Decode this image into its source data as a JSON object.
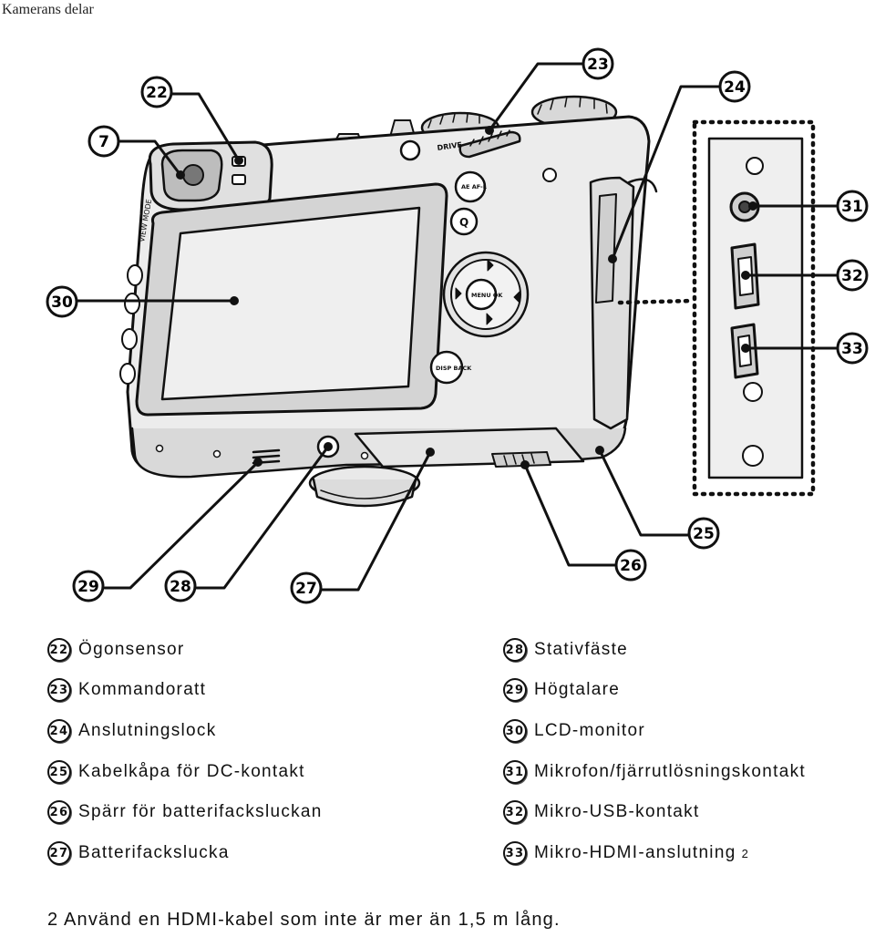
{
  "page": {
    "title": "Kamerans delar",
    "footnote": "2 Använd en HDMI-kabel som inte är mer än 1,5 m lång."
  },
  "callouts": [
    {
      "num": "7"
    },
    {
      "num": "22"
    },
    {
      "num": "23"
    },
    {
      "num": "24"
    },
    {
      "num": "25"
    },
    {
      "num": "26"
    },
    {
      "num": "27"
    },
    {
      "num": "28"
    },
    {
      "num": "29"
    },
    {
      "num": "30"
    },
    {
      "num": "31"
    },
    {
      "num": "32"
    },
    {
      "num": "33"
    }
  ],
  "camera": {
    "view_mode_label": "VIEW MODE",
    "drive_label": "DRIVE",
    "ae_af_label": "AE AF-L",
    "q_label": "Q",
    "menu_ok_label": "MENU OK",
    "disp_back_label": "DISP BACK"
  },
  "legend": {
    "left": [
      {
        "num": "22",
        "label": "Ögonsensor"
      },
      {
        "num": "23",
        "label": "Kommandoratt"
      },
      {
        "num": "24",
        "label": "Anslutningslock"
      },
      {
        "num": "25",
        "label": "Kabelkåpa för DC-kontakt"
      },
      {
        "num": "26",
        "label": "Spärr för batterifacksluckan"
      },
      {
        "num": "27",
        "label": "Batterifackslucka"
      }
    ],
    "right": [
      {
        "num": "28",
        "label": "Stativfäste"
      },
      {
        "num": "29",
        "label": "Högtalare"
      },
      {
        "num": "30",
        "label": "LCD-monitor"
      },
      {
        "num": "31",
        "label": "Mikrofon/fjärrutlösningskontakt"
      },
      {
        "num": "32",
        "label": "Mikro-USB-kontakt"
      },
      {
        "num": "33",
        "label": "Mikro-HDMI-anslutning",
        "sup": "2"
      }
    ]
  }
}
